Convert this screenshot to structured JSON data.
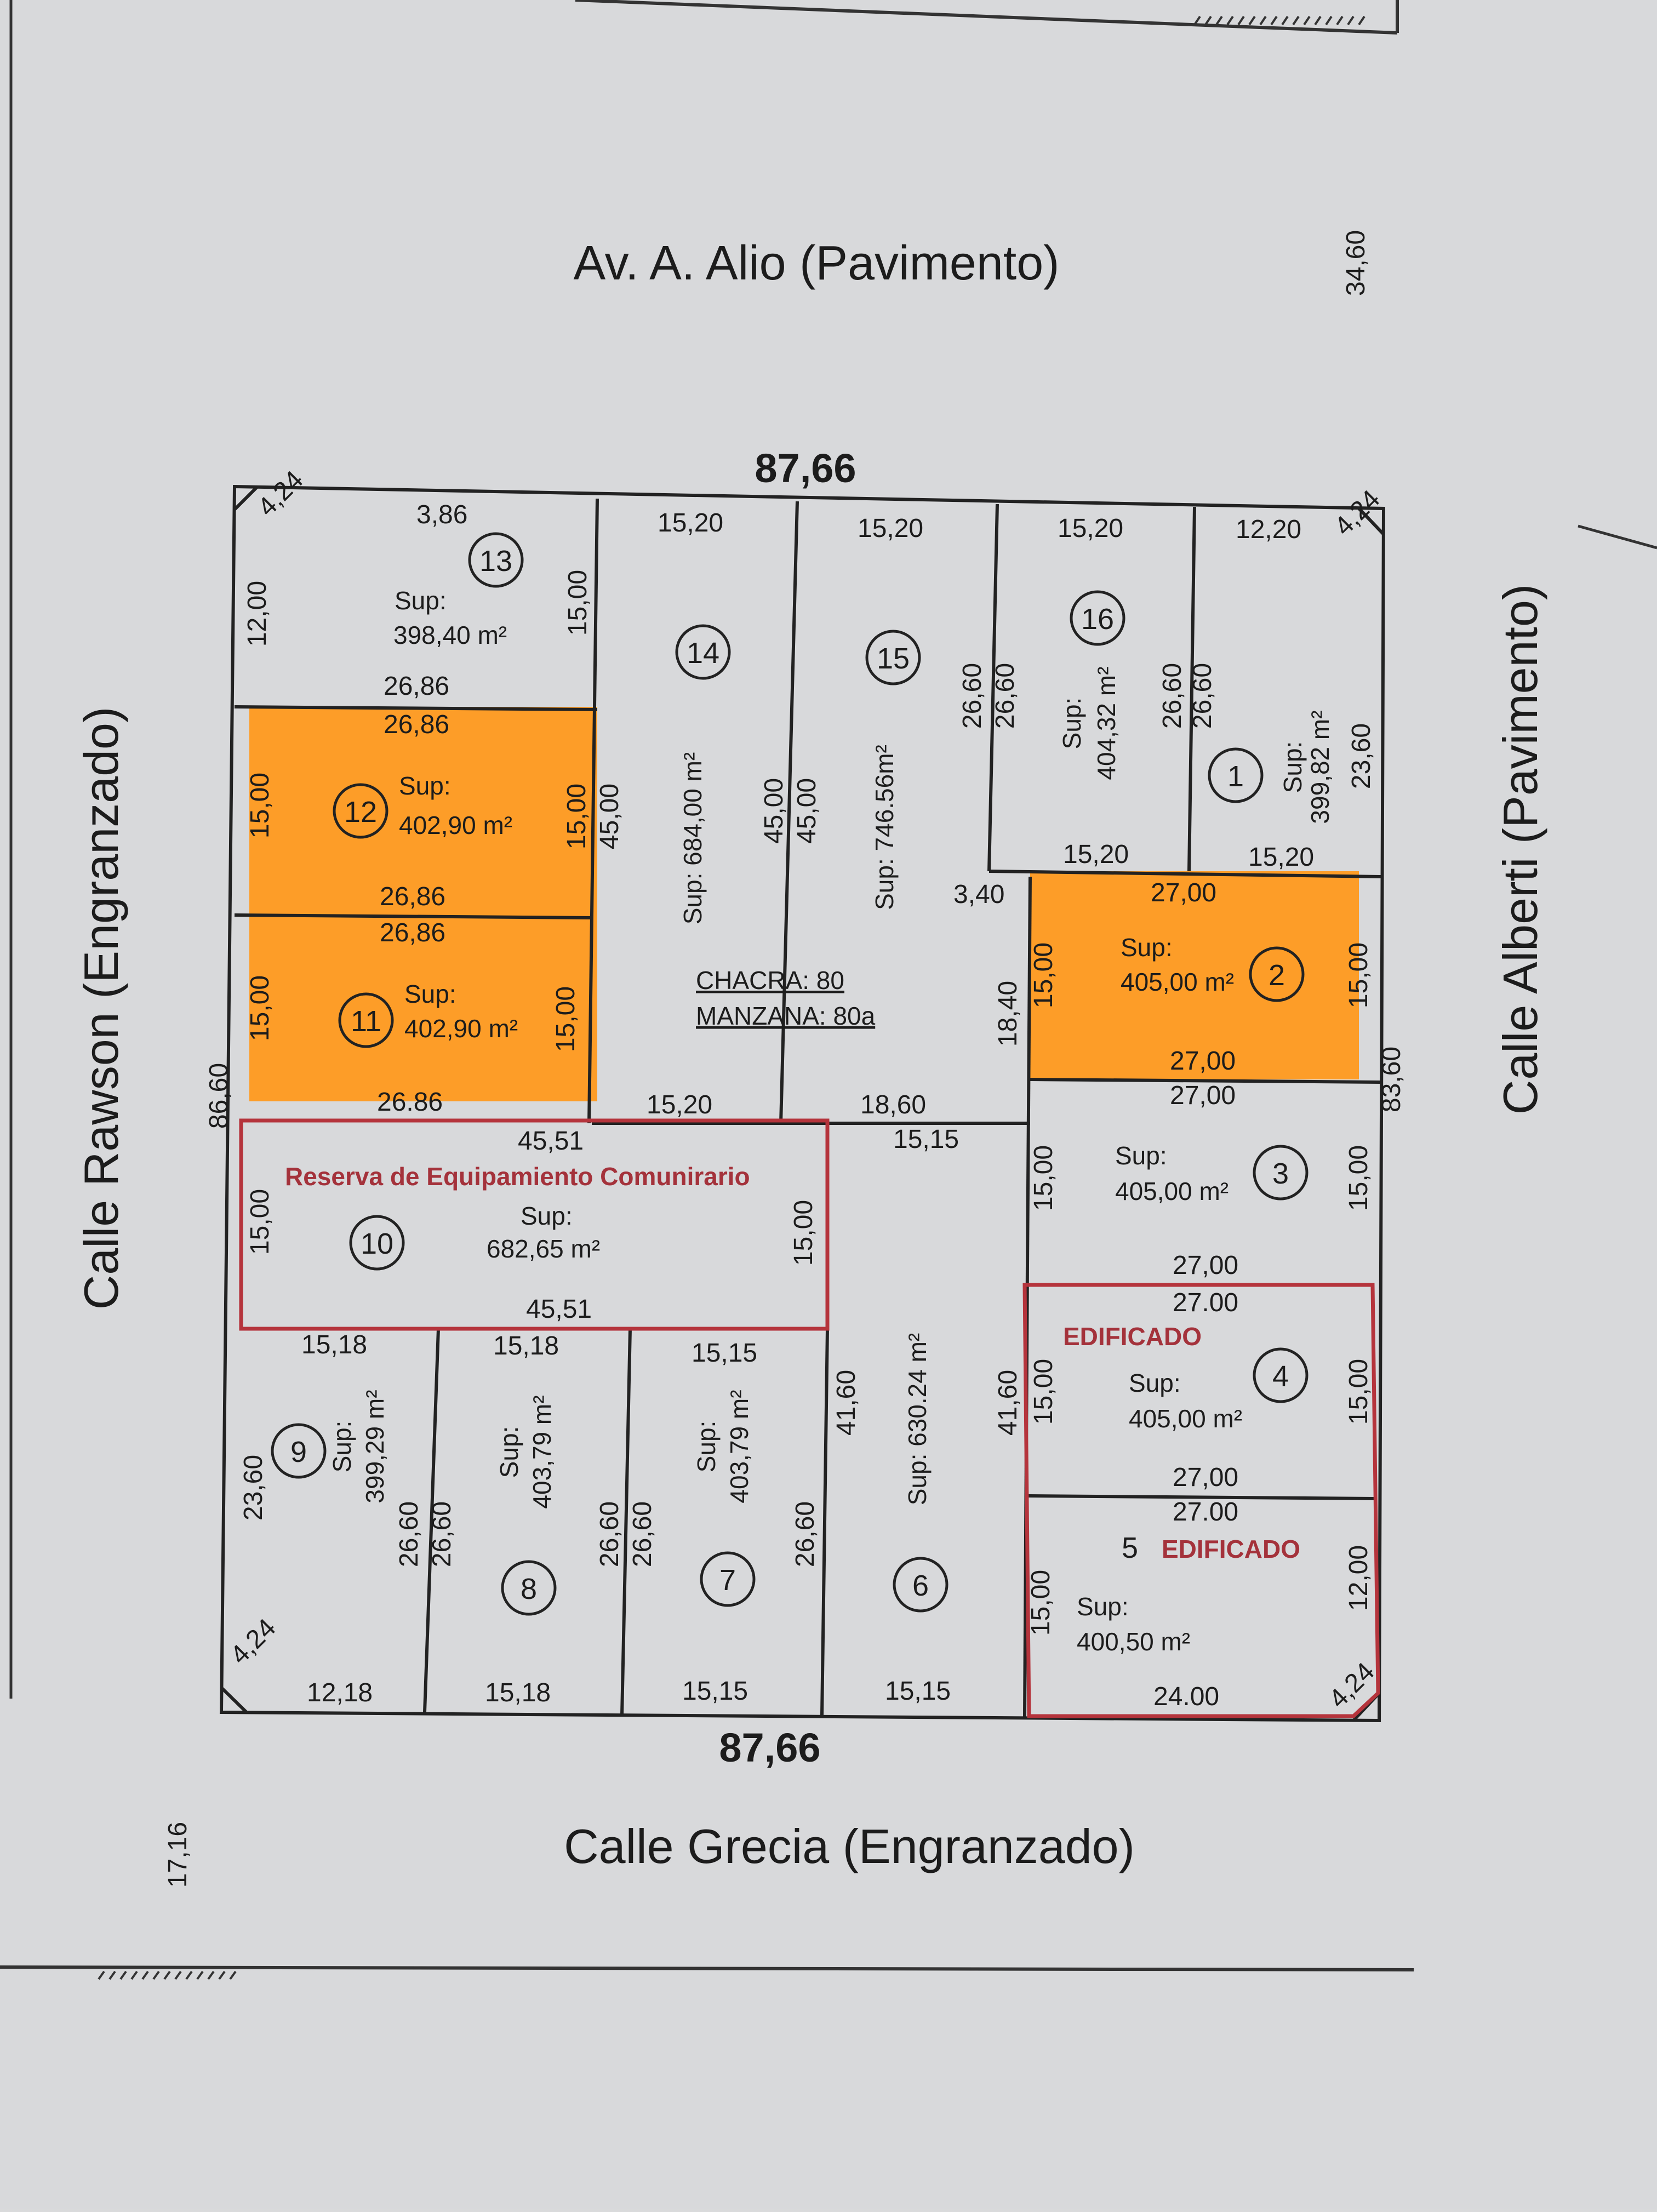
{
  "streets": {
    "north": "Av. A. Alio (Pavimento)",
    "south": "Calle Grecia (Engranzado)",
    "west": "Calle Rawson (Engranzado)",
    "east": "Calle Alberti (Pavimento)"
  },
  "block": {
    "chacra": "CHACRA: 80",
    "manzana": "MANZANA: 80a",
    "top_width": "87,66",
    "bottom_width": "87,66",
    "left_height": "86,60",
    "right_height": "83,60",
    "corner_34": "34,60",
    "corner_17": "17,16"
  },
  "lots": {
    "l1": {
      "num": "1",
      "sup": "Sup:",
      "area": "399,82 m²"
    },
    "l2": {
      "num": "2",
      "sup": "Sup:",
      "area": "405,00 m²"
    },
    "l3": {
      "num": "3",
      "sup": "Sup:",
      "area": "405,00 m²"
    },
    "l4": {
      "num": "4",
      "sup": "Sup:",
      "area": "405,00 m²",
      "status": "EDIFICADO"
    },
    "l5": {
      "num": "5",
      "sup": "Sup:",
      "area": "400,50 m²",
      "status": "EDIFICADO"
    },
    "l6": {
      "num": "6",
      "text": "Sup: 630.24 m²"
    },
    "l7": {
      "num": "7",
      "sup": "Sup:",
      "area": "403,79 m²"
    },
    "l8": {
      "num": "8",
      "sup": "Sup:",
      "area": "403,79 m²"
    },
    "l9": {
      "num": "9",
      "sup": "Sup:",
      "area": "399,29 m²"
    },
    "l10": {
      "num": "10",
      "sup": "Sup:",
      "area": "682,65 m²",
      "title": "Reserva de Equipamiento Comunirario"
    },
    "l11": {
      "num": "11",
      "sup": "Sup:",
      "area": "402,90 m²"
    },
    "l12": {
      "num": "12",
      "sup": "Sup:",
      "area": "402,90 m²"
    },
    "l13": {
      "num": "13",
      "sup": "Sup:",
      "area": "398,40 m²"
    },
    "l14": {
      "num": "14",
      "text": "Sup: 684,00 m²"
    },
    "l15": {
      "num": "15",
      "text": "Sup: 746.56m²"
    },
    "l16": {
      "num": "16",
      "sup": "Sup:",
      "area": "404,32 m²"
    }
  },
  "dims": {
    "d_3_86": "3,86",
    "d_4_24": "4,24",
    "d_12_00": "12,00",
    "d_15_00": "15,00",
    "d_15_20": "15,20",
    "d_12_20": "12,20",
    "d_23_60": "23,60",
    "d_26_60": "26,60",
    "d_26_86": "26,86",
    "d_26_86b": "26.86",
    "d_45_00": "45,00",
    "d_3_40": "3,40",
    "d_27_00": "27,00",
    "d_18_40": "18,40",
    "d_18_60": "18,60",
    "d_45_51": "45,51",
    "d_15_15": "15,15",
    "d_15_18": "15,18",
    "d_12_18": "12,18",
    "d_41_60": "41,60",
    "d_24_00": "24.00",
    "d_27_00b": "27.00"
  },
  "colors": {
    "highlight": "#ff9a1f",
    "red_outline": "#b5343c",
    "line": "#222222",
    "paper": "#dcdddf"
  }
}
